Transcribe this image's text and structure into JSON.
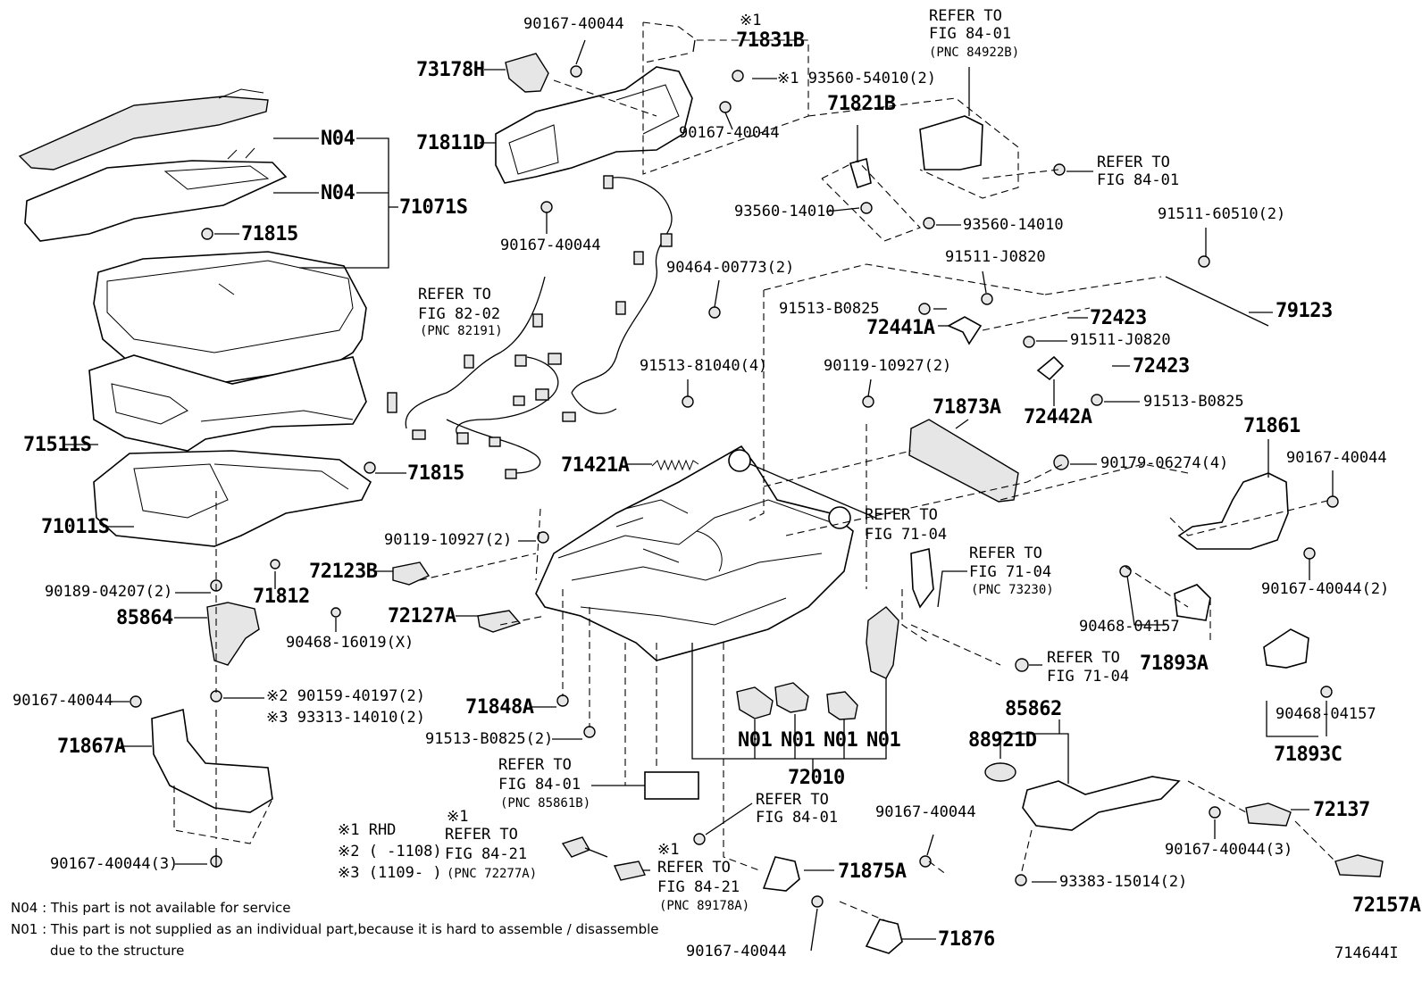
{
  "labels": {
    "l_90167_40044_top": "90167-40044",
    "l_rhd1_top": "※1",
    "l_71831B": "71831B",
    "l_refer_8401_a": "REFER TO",
    "l_fig_8401_a": "FIG 84-01",
    "l_pnc_84922B": "(PNC 84922B)",
    "l_73178H": "73178H",
    "l_93560_54010": "※1 93560-54010(2)",
    "l_71821B": "71821B",
    "l_N04_a": "N04",
    "l_71811D": "71811D",
    "l_90167_40044_b": "90167-40044",
    "l_refer_8401_b": "REFER TO",
    "l_fig_8401_b": "FIG 84-01",
    "l_N04_b": "N04",
    "l_71071S": "71071S",
    "l_93560_14010_a": "93560-14010",
    "l_93560_14010_b": "93560-14010",
    "l_91511_60510": "91511-60510(2)",
    "l_90167_40044_c": "90167-40044",
    "l_71815_a": "71815",
    "l_90464_00773": "90464-00773(2)",
    "l_91511_J0820_a": "91511-J0820",
    "l_refer_8202": "REFER TO",
    "l_fig_8202": "FIG 82-02",
    "l_pnc_82191": "(PNC 82191)",
    "l_91513_B0825_a": "91513-B0825",
    "l_72441A": "72441A",
    "l_72423_a": "72423",
    "l_79123": "79123",
    "l_91511_J0820_b": "91511-J0820",
    "l_72423_b": "72423",
    "l_91513_81040": "91513-81040(4)",
    "l_90119_10927_a": "90119-10927(2)",
    "l_72442A": "72442A",
    "l_91513_B0825_b": "91513-B0825",
    "l_71873A": "71873A",
    "l_71861": "71861",
    "l_71511S": "71511S",
    "l_71421A": "71421A",
    "l_90179_06274": "90179-06274(4)",
    "l_90167_40044_d": "90167-40044",
    "l_71815_b": "71815",
    "l_71011S": "71011S",
    "l_refer_7104_a": "REFER TO",
    "l_fig_7104_a": "FIG 71-04",
    "l_90119_10927_b": "90119-10927(2)",
    "l_refer_7104_b": "REFER TO",
    "l_fig_7104_b": "FIG 71-04",
    "l_pnc_73230": "(PNC 73230)",
    "l_72123B": "72123B",
    "l_90189_04207": "90189-04207(2)",
    "l_71812": "71812",
    "l_90167_40044_e": "90167-40044(2)",
    "l_85864": "85864",
    "l_72127A": "72127A",
    "l_90468_16019": "90468-16019(X)",
    "l_90468_04157_a": "90468-04157",
    "l_71893A": "71893A",
    "l_refer_7104_c": "REFER TO",
    "l_fig_7104_c": "FIG 71-04",
    "l_90167_40044_f": "90167-40044",
    "l_90159_40197": "※2 90159-40197(2)",
    "l_93313_14010": "※3 93313-14010(2)",
    "l_71848A": "71848A",
    "l_85862": "85862",
    "l_90468_04157_b": "90468-04157",
    "l_71867A": "71867A",
    "l_91513_B0825_c": "91513-B0825(2)",
    "l_88921D": "88921D",
    "l_N01_a": "N01",
    "l_N01_b": "N01",
    "l_N01_c": "N01",
    "l_N01_d": "N01",
    "l_71893C": "71893C",
    "l_72010": "72010",
    "l_refer_8401_c": "REFER TO",
    "l_fig_8401_c": "FIG 84-01",
    "l_pnc_85861B": "(PNC 85861B)",
    "l_refer_8401_d": "REFER TO",
    "l_fig_8401_d": "FIG 84-01",
    "l_90167_40044_g": "90167-40044",
    "l_72137": "72137",
    "l_rhd_legend": "※1 RHD",
    "l_rhd2_legend": "※2 (    -1108)",
    "l_rhd3_legend": "※3 (1109-    )",
    "l_rhd1_b": "※1",
    "l_refer_8421_a": "REFER TO",
    "l_fig_8421_a": "FIG 84-21",
    "l_pnc_72277A": "(PNC 72277A)",
    "l_90167_40044_h": "90167-40044(3)",
    "l_90167_40044_i": "90167-40044(3)",
    "l_rhd1_c": "※1",
    "l_refer_8421_b": "REFER TO",
    "l_fig_8421_b": "FIG 84-21",
    "l_pnc_89178A": "(PNC 89178A)",
    "l_71875A": "71875A",
    "l_93383_15014": "93383-15014(2)",
    "l_72157A": "72157A",
    "l_90167_40044_j": "90167-40044",
    "l_71876": "71876",
    "l_diagram_id": "714644I"
  },
  "notes": {
    "n04": "N04 : This part is not available for service",
    "n01_1": "N01 : This part is not supplied as an individual part,because it is hard to assemble / disassemble",
    "n01_2": "due to the structure"
  }
}
